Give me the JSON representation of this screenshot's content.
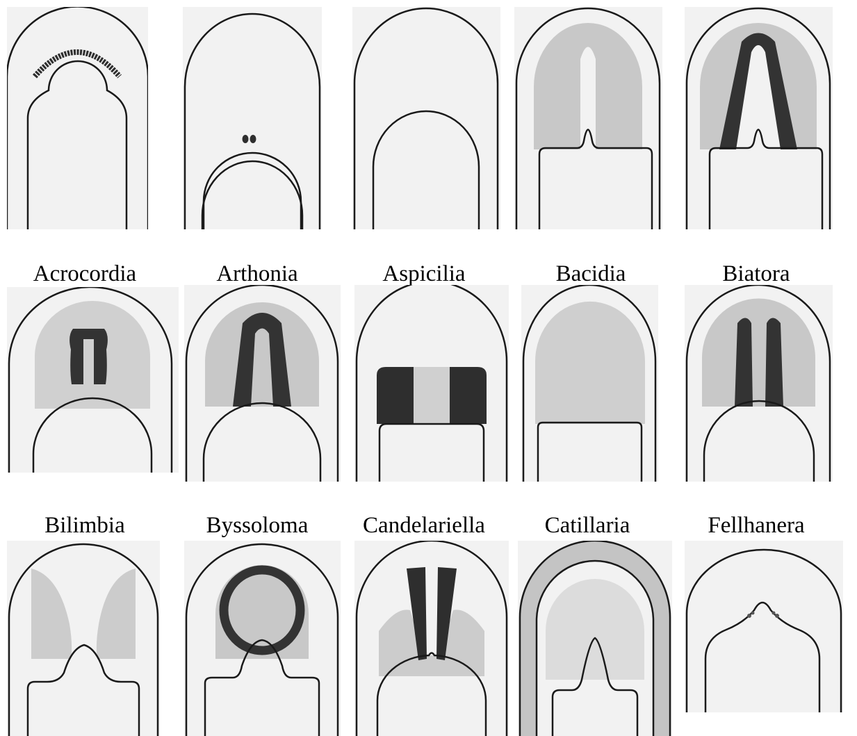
{
  "rows": [
    {
      "labels": [
        "Acrocordia",
        "Arthonia",
        "Aspicilia",
        "Bacidia",
        "Biatora"
      ]
    },
    {
      "labels": [
        "Bilimbia",
        "Byssoloma",
        "Candelariella",
        "Catillaria",
        "Fellhanera"
      ]
    }
  ],
  "colors": {
    "panel_background": "#f2f2f2",
    "outline": "#1a1a1a",
    "light_stipple": "#b8b8b8",
    "dark_stipple": "#333333"
  }
}
